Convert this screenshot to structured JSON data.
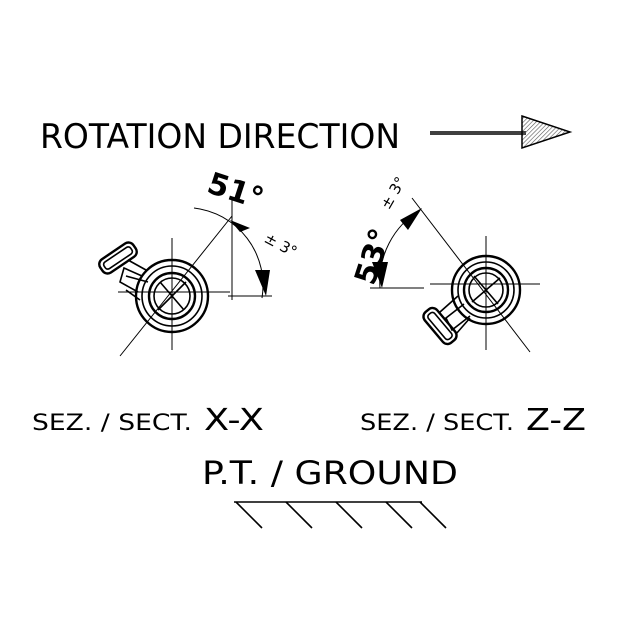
{
  "header": {
    "rotation_label": "ROTATION DIRECTION"
  },
  "section_xx": {
    "angle_label": "51°",
    "tolerance_label": "± 3°",
    "caption_prefix": "SEZ. / SECT.",
    "caption_id": "X-X"
  },
  "section_zz": {
    "angle_label": "53°",
    "tolerance_label": "± 3°",
    "caption_prefix": "SEZ. / SECT.",
    "caption_id": "Z-Z"
  },
  "ground": {
    "label": "P.T. / GROUND"
  },
  "colors": {
    "ink": "#000000",
    "background": "#ffffff",
    "arrow_hatch": "#555555"
  }
}
